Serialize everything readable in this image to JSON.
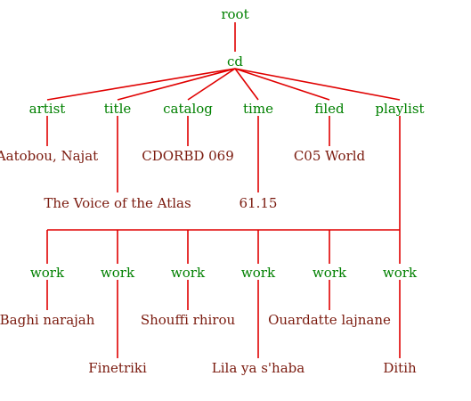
{
  "root": "root",
  "cd": {
    "label": "cd",
    "artist": {
      "label": "artist",
      "value": "Aatobou, Najat"
    },
    "title": {
      "label": "title",
      "value": "The Voice of the Atlas"
    },
    "catalog": {
      "label": "catalog",
      "value": "CDORBD 069"
    },
    "time": {
      "label": "time",
      "value": "61.15"
    },
    "filed": {
      "label": "filed",
      "value": "C05 World"
    },
    "playlist": {
      "label": "playlist",
      "works": [
        {
          "label": "work",
          "value": "Baghi narajah"
        },
        {
          "label": "work",
          "value": "Finetriki"
        },
        {
          "label": "work",
          "value": "Shouffi rhirou"
        },
        {
          "label": "work",
          "value": "Lila ya s'haba"
        },
        {
          "label": "work",
          "value": "Ouardatte lajnane"
        },
        {
          "label": "work",
          "value": "Ditih"
        }
      ]
    }
  },
  "colors": {
    "element": "#008000",
    "value": "#7a1a0e",
    "edge": "#e00000"
  }
}
